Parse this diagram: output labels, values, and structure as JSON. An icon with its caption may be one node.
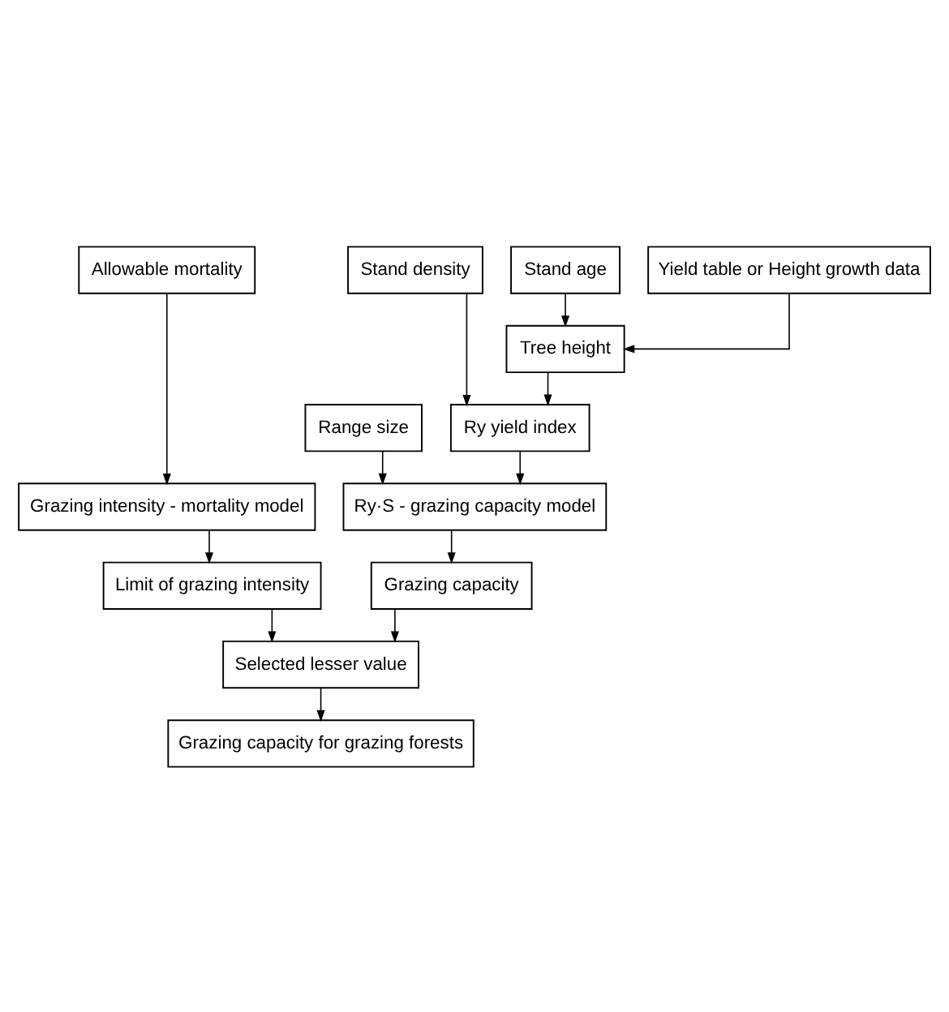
{
  "diagram": {
    "nodes": [
      {
        "text": [
          "Allowable mortality"
        ]
      },
      {
        "text": [
          "Stand age"
        ]
      },
      {
        "text": [
          "Stand density"
        ]
      },
      {
        "text": [
          "Yield table or Height growth data"
        ]
      },
      {
        "text": [
          "Tree height"
        ]
      },
      {
        "text": [
          "Range size"
        ]
      },
      {
        "text": [
          "Ry yield index"
        ]
      },
      {
        "text": [
          "Grazing intensity - mortality model"
        ]
      },
      {
        "text": [
          "Ry·S - grazing capacity model"
        ]
      },
      {
        "text": [
          "Limit of grazing intensity"
        ]
      },
      {
        "text": [
          "Grazing capacity"
        ]
      },
      {
        "text": [
          "Selected lesser value"
        ]
      },
      {
        "text": [
          "Grazing capacity for grazing forests"
        ]
      }
    ],
    "edges": [
      {
        "from": 0,
        "to": 7,
        "arrow": "to"
      },
      {
        "from": 1,
        "to": 4,
        "arrow": "to"
      },
      {
        "from": 3,
        "to": 4,
        "arrow": "to"
      },
      {
        "from": 4,
        "to": 6,
        "arrow": "to"
      },
      {
        "from": 2,
        "to": 6,
        "arrow": "to"
      },
      {
        "from": 5,
        "to": 8,
        "arrow": "to"
      },
      {
        "from": 6,
        "to": 8,
        "arrow": "to"
      },
      {
        "from": 7,
        "to": 9,
        "arrow": "to"
      },
      {
        "from": 8,
        "to": 10,
        "arrow": "to"
      },
      {
        "from": 9,
        "to": 11,
        "arrow": "to"
      },
      {
        "from": 10,
        "to": 11,
        "arrow": "to"
      },
      {
        "from": 11,
        "to": 12,
        "arrow": "to"
      }
    ]
  }
}
